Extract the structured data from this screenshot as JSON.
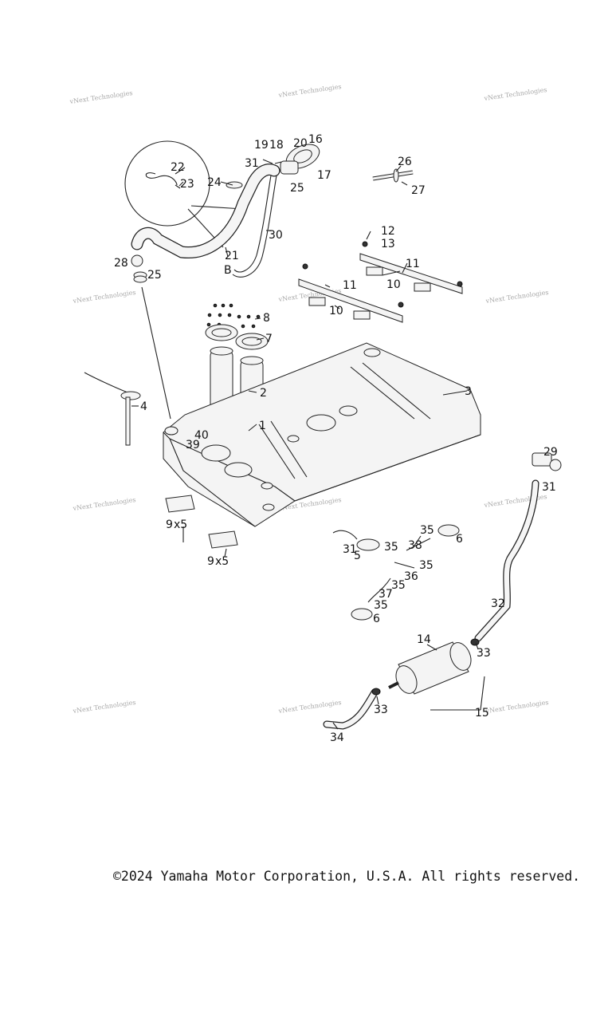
{
  "watermark_text": "vNext Technologies",
  "copyright": "©2024 Yamaha Motor Corporation, U.S.A. All rights reserved.",
  "callouts": {
    "c1": "1",
    "c2": "2",
    "c3": "3",
    "c4": "4",
    "c5": "5",
    "c6a": "6",
    "c6b": "6",
    "c7": "7",
    "c8": "8",
    "c9a": "9",
    "c9b": "9",
    "x5": "x5",
    "c10a": "10",
    "c10b": "10",
    "c11a": "11",
    "c11b": "11",
    "c12": "12",
    "c13": "13",
    "c14": "14",
    "c15": "15",
    "c16": "16",
    "c17": "17",
    "c18": "18",
    "c19": "19",
    "c20": "20",
    "c21": "21",
    "c22": "22",
    "c23": "23",
    "c24": "24",
    "c25a": "25",
    "c25b": "25",
    "c26": "26",
    "c27": "27",
    "c28": "28",
    "c29": "29",
    "c30": "30",
    "c31a": "31",
    "c31b": "31",
    "c31c": "31",
    "c32": "32",
    "c33a": "33",
    "c33b": "33",
    "c34": "34",
    "c35a": "35",
    "c35b": "35",
    "c35c": "35",
    "c35d": "35",
    "c36": "36",
    "c37": "37",
    "c38": "38",
    "c39": "39",
    "c40": "40",
    "ref_b": "B"
  }
}
